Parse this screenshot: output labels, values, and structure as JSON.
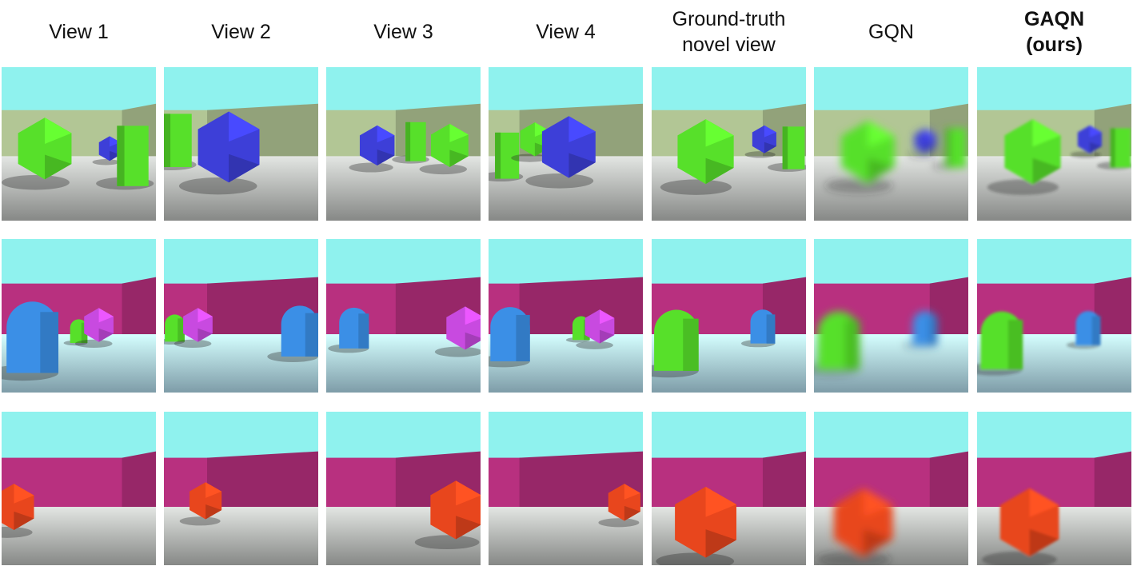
{
  "headers": [
    {
      "lines": [
        "View 1"
      ],
      "bold": false
    },
    {
      "lines": [
        "View 2"
      ],
      "bold": false
    },
    {
      "lines": [
        "View 3"
      ],
      "bold": false
    },
    {
      "lines": [
        "View 4"
      ],
      "bold": false
    },
    {
      "lines": [
        "Ground-truth",
        "novel view"
      ],
      "bold": false
    },
    {
      "lines": [
        "GQN"
      ],
      "bold": false
    },
    {
      "lines": [
        "GAQN",
        "(ours)"
      ],
      "bold": true
    }
  ],
  "palette": {
    "sky": "#8ff2ee",
    "wall_green": "#b2c695",
    "wall_pink": "#b8307f",
    "floor_grey": "#a8aaa8",
    "floor_blue": "#9ec3d2",
    "obj_green": "#57e02a",
    "obj_blue": "#3d3fd8",
    "obj_lightblue": "#3b8fe6",
    "obj_magenta": "#c84ae0",
    "obj_orange": "#e8461d"
  },
  "rows": [
    {
      "name": "scene-1",
      "wall": "wall_green",
      "floor": "floor_grey",
      "objects": [
        [
          "view-1",
          [
            [
              "icosahedron",
              "obj_green"
            ],
            [
              "icosahedron",
              "obj_blue"
            ],
            [
              "box",
              "obj_green"
            ]
          ]
        ],
        [
          "view-2",
          [
            [
              "box",
              "obj_green"
            ],
            [
              "icosahedron",
              "obj_blue"
            ]
          ]
        ],
        [
          "view-3",
          [
            [
              "icosahedron",
              "obj_blue"
            ],
            [
              "box",
              "obj_green"
            ],
            [
              "icosahedron",
              "obj_green"
            ]
          ]
        ],
        [
          "view-4",
          [
            [
              "box",
              "obj_green"
            ],
            [
              "icosahedron",
              "obj_green"
            ],
            [
              "icosahedron",
              "obj_blue"
            ]
          ]
        ],
        [
          "ground-truth",
          [
            [
              "icosahedron",
              "obj_green"
            ],
            [
              "icosahedron",
              "obj_blue"
            ],
            [
              "box",
              "obj_green"
            ]
          ]
        ],
        [
          "gqn",
          [
            [
              "icosahedron",
              "obj_green"
            ],
            [
              "icosahedron",
              "obj_blue"
            ],
            [
              "box",
              "obj_green"
            ]
          ]
        ],
        [
          "gaqn",
          [
            [
              "icosahedron",
              "obj_green"
            ],
            [
              "icosahedron",
              "obj_blue"
            ],
            [
              "box",
              "obj_green"
            ]
          ]
        ]
      ]
    },
    {
      "name": "scene-2",
      "wall": "wall_pink",
      "floor": "floor_blue",
      "objects": [
        [
          "view-1",
          [
            [
              "capsule",
              "obj_lightblue"
            ],
            [
              "capsule",
              "obj_green"
            ],
            [
              "icosahedron",
              "obj_magenta"
            ]
          ]
        ],
        [
          "view-2",
          [
            [
              "capsule",
              "obj_green"
            ],
            [
              "icosahedron",
              "obj_magenta"
            ],
            [
              "capsule",
              "obj_lightblue"
            ]
          ]
        ],
        [
          "view-3",
          [
            [
              "capsule",
              "obj_lightblue"
            ],
            [
              "icosahedron",
              "obj_magenta"
            ]
          ]
        ],
        [
          "view-4",
          [
            [
              "capsule",
              "obj_lightblue"
            ],
            [
              "capsule",
              "obj_green"
            ],
            [
              "icosahedron",
              "obj_magenta"
            ]
          ]
        ],
        [
          "ground-truth",
          [
            [
              "capsule",
              "obj_green"
            ],
            [
              "capsule",
              "obj_lightblue"
            ]
          ]
        ],
        [
          "gqn",
          [
            [
              "capsule",
              "obj_green"
            ],
            [
              "capsule",
              "obj_lightblue"
            ]
          ]
        ],
        [
          "gaqn",
          [
            [
              "capsule",
              "obj_green"
            ],
            [
              "capsule",
              "obj_lightblue"
            ]
          ]
        ]
      ]
    },
    {
      "name": "scene-3",
      "wall": "wall_pink",
      "floor": "floor_grey",
      "objects": [
        [
          "view-1",
          [
            [
              "icosahedron",
              "obj_orange"
            ]
          ]
        ],
        [
          "view-2",
          [
            [
              "icosahedron",
              "obj_orange"
            ]
          ]
        ],
        [
          "view-3",
          [
            [
              "icosahedron",
              "obj_orange"
            ]
          ]
        ],
        [
          "view-4",
          [
            [
              "icosahedron",
              "obj_orange"
            ]
          ]
        ],
        [
          "ground-truth",
          [
            [
              "icosahedron",
              "obj_orange"
            ]
          ]
        ],
        [
          "gqn",
          [
            [
              "icosahedron",
              "obj_orange"
            ]
          ]
        ],
        [
          "gaqn",
          [
            [
              "icosahedron",
              "obj_orange"
            ]
          ]
        ]
      ]
    }
  ]
}
